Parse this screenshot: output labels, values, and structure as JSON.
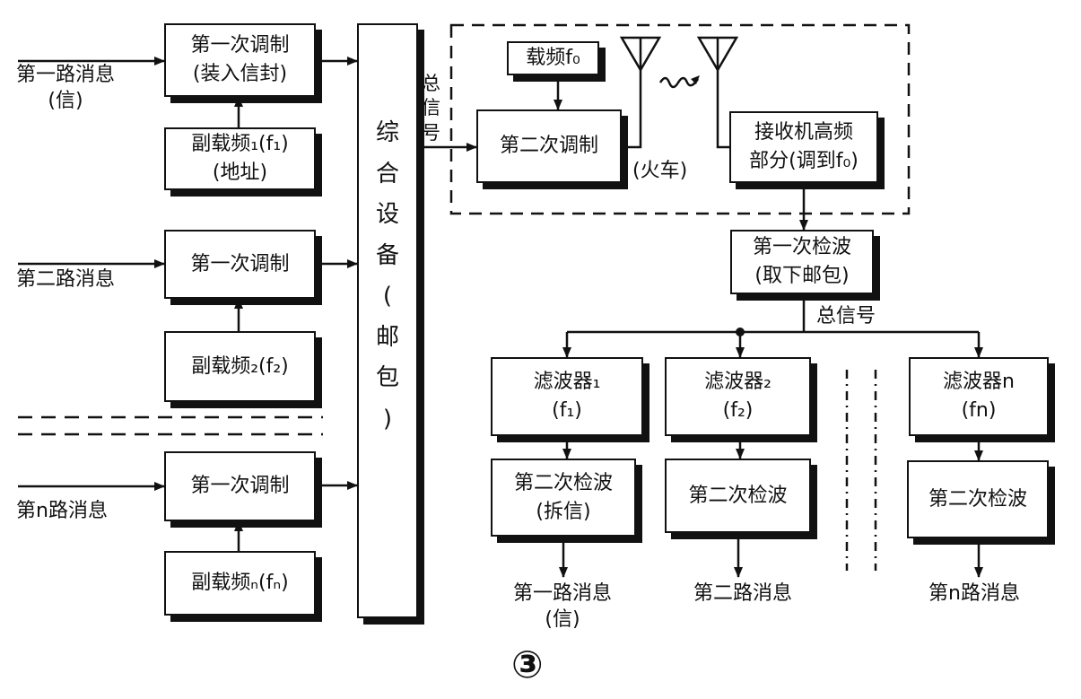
{
  "left": {
    "msg1": {
      "line1": "第一路消息",
      "line2": "(信)"
    },
    "mod1": {
      "line1": "第一次调制",
      "line2": "(装入信封)"
    },
    "sub1": {
      "line1": "副载频₁(f₁)",
      "line2": "(地址)"
    },
    "msg2": "第二路消息",
    "mod2": "第一次调制",
    "sub2": "副载频₂(f₂)",
    "msgn": "第n路消息",
    "modn": "第一次调制",
    "subn": "副载频ₙ(fₙ)"
  },
  "combiner": [
    "综",
    "合",
    "设",
    "备",
    "(",
    "邮",
    "包",
    ")"
  ],
  "total_signal_in": [
    "总",
    "信",
    "号"
  ],
  "carrier": "载频f₀",
  "mod2nd": "第二次调制",
  "train": "(火车)",
  "receiver": {
    "line1": "接收机高频",
    "line2": "部分(调到f₀)"
  },
  "det1": {
    "line1": "第一次检波",
    "line2": "(取下邮包)"
  },
  "total_signal_out": "总信号",
  "filters": [
    {
      "line1": "滤波器₁",
      "line2": "(f₁)"
    },
    {
      "line1": "滤波器₂",
      "line2": "(f₂)"
    },
    {
      "line1": "滤波器n",
      "line2": "(fn)"
    }
  ],
  "dets2": [
    {
      "line1": "第二次检波",
      "line2": "(拆信)"
    },
    {
      "line1": "第二次检波",
      "line2": ""
    },
    {
      "line1": "第二次检波",
      "line2": ""
    }
  ],
  "outputs": [
    {
      "line1": "第一路消息",
      "line2": "(信)"
    },
    {
      "line1": "第二路消息",
      "line2": ""
    },
    {
      "line1": "第n路消息",
      "line2": ""
    }
  ],
  "figure_number": "③"
}
